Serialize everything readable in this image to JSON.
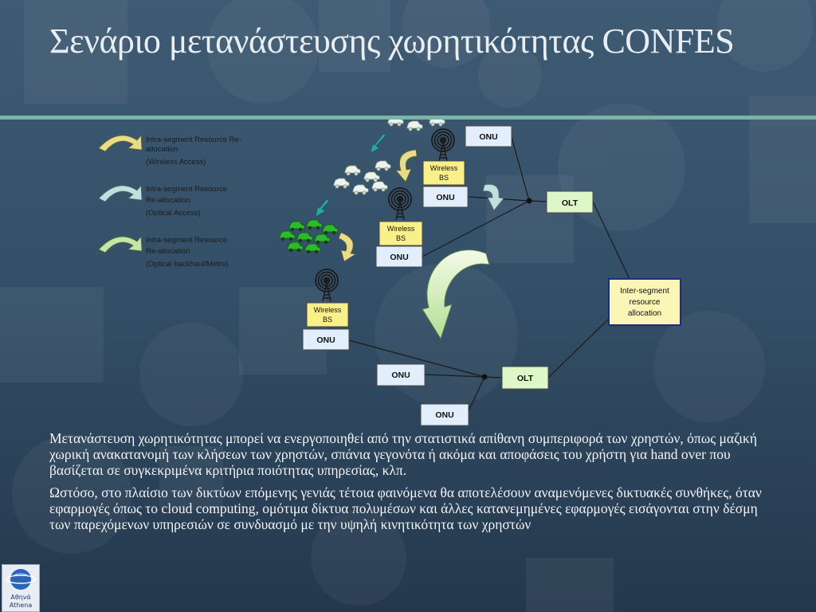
{
  "slide": {
    "title": "Σενάριο μετανάστευσης χωρητικότητας CONFES",
    "paragraphs": [
      "Μετανάστευση χωρητικότητας μπορεί να ενεργοποιηθεί από την στατιστικά απίθανη συμπεριφορά των χρηστών, όπως μαζική χωρική ανακατανομή των κλήσεων των χρηστών, σπάνια γεγονότα ή ακόμα και αποφάσεις του χρήστη για hand over που βασίζεται σε συγκεκριμένα κριτήρια ποιότητας υπηρεσίας, κλπ.",
      "Ωστόσο, στο πλαίσιο των δικτύων επόμενης γενιάς τέτοια φαινόμενα θα αποτελέσουν αναμενόμενες δικτυακές συνθήκες, όταν εφαρμογές όπως το cloud computing, ομότιμα δίκτυα πολυμέσων και άλλες κατανεμημένες εφαρμογές εισάγονται στην δέσμη των παρεχόμενων υπηρεσιών σε συνδυασμό με την υψηλή κινητικότητα των χρηστών"
    ]
  },
  "legend": [
    {
      "lines": [
        "Intra-segment Resource Re-",
        "allocation",
        "(Wireless Access)"
      ],
      "color": "#e8dc8a"
    },
    {
      "lines": [
        "Intra-segment Resource",
        "Re-allocation",
        "(Optical Access)"
      ],
      "color": "#c2dede"
    },
    {
      "lines": [
        "Intra-segment Resource",
        "Re-allocation",
        "(Optical backhaul/Metro)"
      ],
      "color": "#c5e6a4"
    }
  ],
  "diagram": {
    "onu_label": "ONU",
    "olt_label": "OLT",
    "bs_line1": "Wireless",
    "bs_line2": "BS",
    "inter_segment": [
      "Inter-segment",
      "resource",
      "allocation"
    ]
  },
  "logo": {
    "line1": "Αθηνά",
    "line2": "Athena"
  },
  "colors": {
    "accent_rule": "#7bb3a8",
    "onu_fill": "#e3eefc",
    "olt_fill": "#ddf7c8",
    "bs_fill": "#faf08a",
    "inter_fill": "#fbf6b5"
  },
  "icons": [
    "wireless-antenna-icon",
    "car-icon",
    "curved-arrow-icon",
    "athena-logo-icon"
  ]
}
